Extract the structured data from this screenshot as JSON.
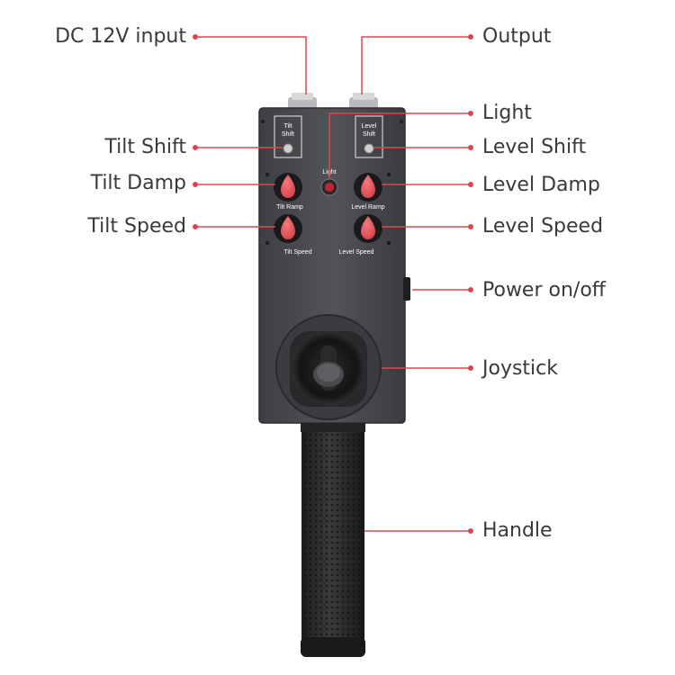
{
  "callouts": {
    "dc_input": "DC 12V input",
    "output": "Output",
    "light": "Light",
    "tilt_shift": "Tilt Shift",
    "level_shift": "Level Shift",
    "tilt_damp": "Tilt Damp",
    "level_damp": "Level Damp",
    "tilt_speed": "Tilt Speed",
    "level_speed": "Level Speed",
    "power": "Power on/off",
    "joystick": "Joystick",
    "handle": "Handle"
  },
  "panel": {
    "tilt_shift_line1": "Tilt",
    "tilt_shift_line2": "Shift",
    "level_shift_line1": "Level",
    "level_shift_line2": "Shift",
    "light": "Light",
    "tilt_ramp": "Tilt  Ramp",
    "level_ramp": "Level Ramp",
    "tilt_speed": "Tilt Speed",
    "level_speed": "Level Speed"
  },
  "colors": {
    "leader": "#d9484e",
    "knob": "#e8545a",
    "body": "#4a4b4e"
  }
}
